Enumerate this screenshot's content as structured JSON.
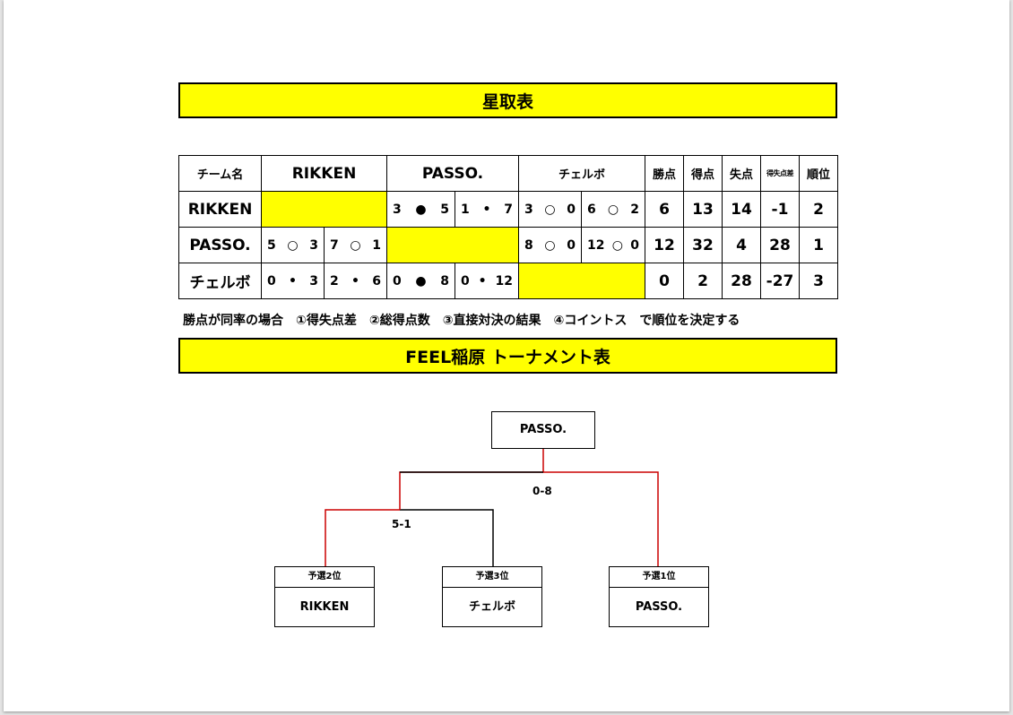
{
  "header": {
    "title": "星取表"
  },
  "standings": {
    "headers": [
      "チーム名",
      "RIKKEN",
      "PASSO.",
      "チェルボ",
      "勝点",
      "得点",
      "失点",
      "得失点差",
      "順位"
    ],
    "rows": [
      {
        "team": "RIKKEN",
        "results": [
          {
            "self": true
          },
          {
            "m1": {
              "home": "3",
              "mark": "●",
              "away": "5"
            },
            "m2": {
              "home": "1",
              "mark": "•",
              "away": "7"
            }
          },
          {
            "m1": {
              "home": "3",
              "mark": "○",
              "away": "0"
            },
            "m2": {
              "home": "6",
              "mark": "○",
              "away": "2"
            }
          }
        ],
        "points": "6",
        "scored": "13",
        "conceded": "14",
        "diff": "-1",
        "rank": "2"
      },
      {
        "team": "PASSO.",
        "results": [
          {
            "m1": {
              "home": "5",
              "mark": "○",
              "away": "3"
            },
            "m2": {
              "home": "7",
              "mark": "○",
              "away": "1"
            }
          },
          {
            "self": true
          },
          {
            "m1": {
              "home": "8",
              "mark": "○",
              "away": "0"
            },
            "m2": {
              "home": "12",
              "mark": "○",
              "away": "0"
            }
          }
        ],
        "points": "12",
        "scored": "32",
        "conceded": "4",
        "diff": "28",
        "rank": "1"
      },
      {
        "team": "チェルボ",
        "results": [
          {
            "m1": {
              "home": "0",
              "mark": "•",
              "away": "3"
            },
            "m2": {
              "home": "2",
              "mark": "•",
              "away": "6"
            }
          },
          {
            "m1": {
              "home": "0",
              "mark": "●",
              "away": "8"
            },
            "m2": {
              "home": "0",
              "mark": "•",
              "away": "12"
            }
          },
          {
            "self": true
          }
        ],
        "points": "0",
        "scored": "2",
        "conceded": "28",
        "diff": "-27",
        "rank": "3"
      }
    ]
  },
  "note": "勝点が同率の場合　①得失点差　②総得点数　③直接対決の結果　④コイントス　で順位を決定する",
  "tournament": {
    "title": "FEEL稲原 トーナメント表",
    "winner": "PASSO.",
    "final_score": "0-8",
    "semi_score": "5-1",
    "seeds": [
      {
        "rank_label": "予選2位",
        "team": "RIKKEN"
      },
      {
        "rank_label": "予選3位",
        "team": "チェルボ"
      },
      {
        "rank_label": "予選1位",
        "team": "PASSO."
      }
    ]
  },
  "colors": {
    "highlight": "#ffff00",
    "winner_line": "#cc0000",
    "line": "#000000"
  }
}
